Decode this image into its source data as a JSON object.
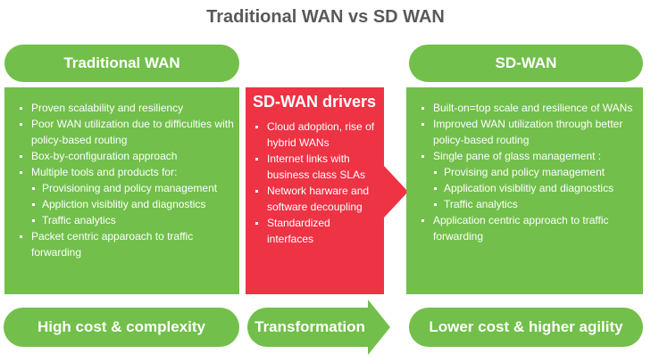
{
  "title": "Traditional WAN vs SD WAN",
  "traditional": {
    "header": "Traditional WAN",
    "items": [
      {
        "text": "Proven scalability and resiliency",
        "level": 1
      },
      {
        "text": "Poor WAN utilization due to difficulties with policy-based routing",
        "level": 1
      },
      {
        "text": "Box-by-configuration approach",
        "level": 1
      },
      {
        "text": "Multiple tools and products for:",
        "level": 1
      },
      {
        "text": "Provisioning and policy management",
        "level": 2
      },
      {
        "text": "Appliction visiblitiy and diagnostics",
        "level": 2
      },
      {
        "text": "Traffic analytics",
        "level": 2
      },
      {
        "text": "Packet centric apparoach to traffic forwarding",
        "level": 1
      }
    ],
    "footer": "High cost & complexity"
  },
  "drivers": {
    "header": "SD-WAN drivers",
    "items": [
      {
        "text": "Cloud adoption, rise of hybrid WANs"
      },
      {
        "text": "Internet links with business class SLAs"
      },
      {
        "text": "Network harware and software decoupling"
      },
      {
        "text": "Standardized interfaces"
      }
    ],
    "footer": "Transformation"
  },
  "sdwan": {
    "header": "SD-WAN",
    "items": [
      {
        "text": "Built-on=top scale and resilience of WANs",
        "level": 1
      },
      {
        "text": "Improved WAN utilization through better policy-based routing",
        "level": 1
      },
      {
        "text": "Single pane of glass management :",
        "level": 1
      },
      {
        "text": "Provising and policy management",
        "level": 2
      },
      {
        "text": "Application visiblitiy and diagnostics",
        "level": 2
      },
      {
        "text": "Traffic analytics",
        "level": 2
      },
      {
        "text": "Application centric approach to traffic forwarding",
        "level": 1
      }
    ],
    "footer": "Lower cost & higher agility"
  },
  "colors": {
    "green": "#72bf4b",
    "red": "#ee3344",
    "title": "#595959"
  }
}
